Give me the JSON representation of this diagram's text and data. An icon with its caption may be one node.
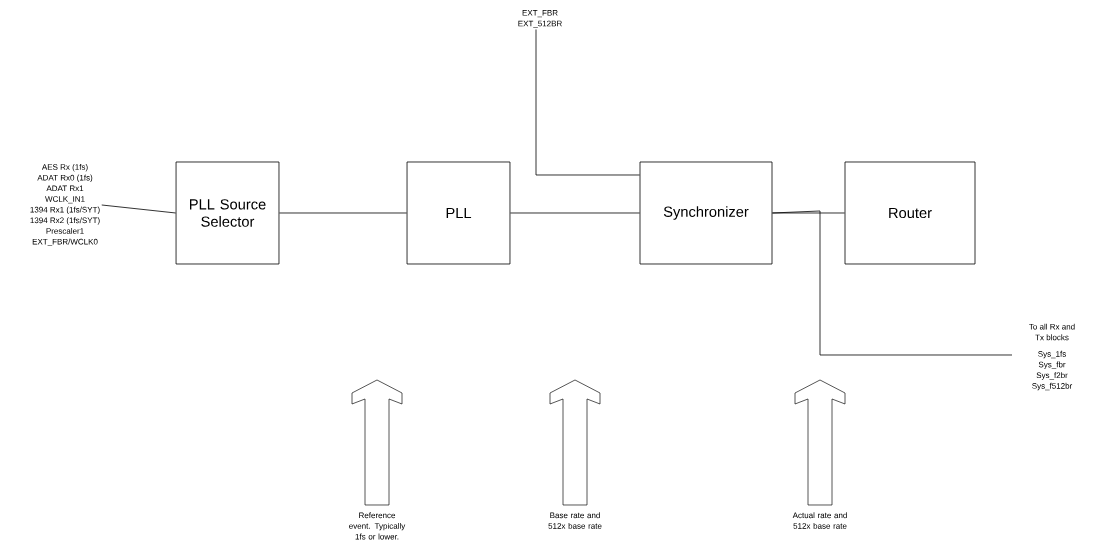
{
  "diagram": {
    "nodes": [
      {
        "text": [
          "AES Rx (1fs)",
          "ADAT Rx0 (1fs)",
          "ADAT Rx1",
          "WCLK_IN1",
          "1394 Rx1 (1fs/SYT)",
          "1394 Rx2 (1fs/SYT)",
          "Prescaler1",
          "EXT_FBR/WCLK0"
        ]
      },
      {
        "text": [
          "PLL Source Selector"
        ]
      },
      {
        "text": [
          "PLL"
        ]
      },
      {
        "text": [
          "Synchronizer"
        ]
      },
      {
        "text": [
          "Router"
        ]
      },
      {
        "text": [
          "EXT_FBR",
          "EXT_512BR"
        ]
      },
      {
        "text": [
          "To all Rx and Tx blocks",
          "Sys_1fs",
          "Sys_fbr",
          "Sys_f2br",
          "Sys_f512br"
        ]
      }
    ],
    "edges": [
      {
        "from": 0,
        "to": 1,
        "arrow": "none"
      },
      {
        "from": 1,
        "to": 2,
        "arrow": "none"
      },
      {
        "from": 2,
        "to": 3,
        "arrow": "none"
      },
      {
        "from": 5,
        "to": 3,
        "arrow": "none"
      },
      {
        "from": 3,
        "to": 4,
        "arrow": "none"
      },
      {
        "from": 3,
        "to": 6,
        "arrow": "none"
      }
    ],
    "labels": [
      "Reference event. Typically 1fs or lower.",
      "Base rate and 512x base rate",
      "Actual rate and 512x base rate"
    ]
  }
}
